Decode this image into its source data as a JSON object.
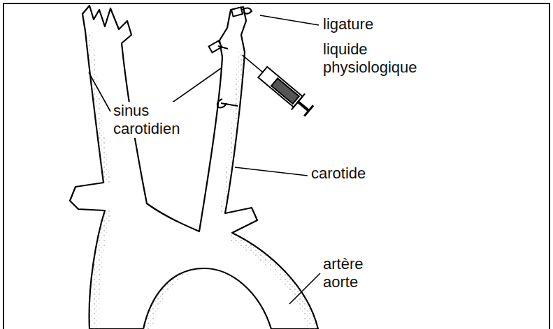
{
  "diagram": {
    "labels": [
      "ligature",
      "liquide physiologique",
      "sinus carotidien",
      "carotide",
      "artère aorte"
    ]
  }
}
